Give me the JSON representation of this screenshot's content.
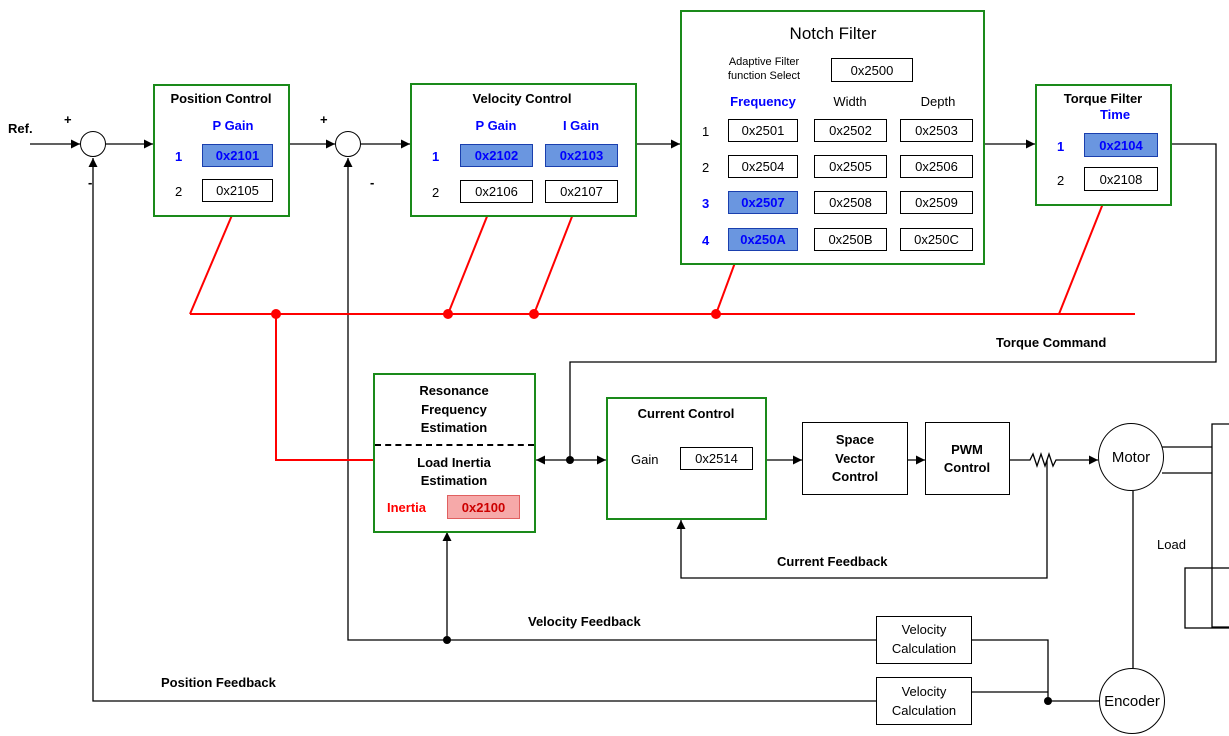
{
  "input_label": "Ref.",
  "signs": {
    "plus": "+",
    "minus": "-"
  },
  "position_control": {
    "title": "Position Control",
    "col_header": "P Gain",
    "rows": [
      {
        "idx": "1",
        "p": "0x2101"
      },
      {
        "idx": "2",
        "p": "0x2105"
      }
    ]
  },
  "velocity_control": {
    "title": "Velocity Control",
    "col_p": "P Gain",
    "col_i": "I Gain",
    "rows": [
      {
        "idx": "1",
        "p": "0x2102",
        "i": "0x2103"
      },
      {
        "idx": "2",
        "p": "0x2106",
        "i": "0x2107"
      }
    ]
  },
  "notch_filter": {
    "title": "Notch Filter",
    "adaptive_label_1": "Adaptive Filter",
    "adaptive_label_2": "function Select",
    "adaptive_value": "0x2500",
    "col_freq": "Frequency",
    "col_width": "Width",
    "col_depth": "Depth",
    "rows": [
      {
        "idx": "1",
        "f": "0x2501",
        "w": "0x2502",
        "d": "0x2503"
      },
      {
        "idx": "2",
        "f": "0x2504",
        "w": "0x2505",
        "d": "0x2506"
      },
      {
        "idx": "3",
        "f": "0x2507",
        "w": "0x2508",
        "d": "0x2509"
      },
      {
        "idx": "4",
        "f": "0x250A",
        "w": "0x250B",
        "d": "0x250C"
      }
    ]
  },
  "torque_filter": {
    "title": "Torque Filter",
    "col_header": "Time",
    "rows": [
      {
        "idx": "1",
        "v": "0x2104"
      },
      {
        "idx": "2",
        "v": "0x2108"
      }
    ]
  },
  "estimation": {
    "line1": "Resonance",
    "line2": "Frequency",
    "line3": "Estimation",
    "line4": "Load Inertia",
    "line5": "Estimation",
    "inertia_label": "Inertia",
    "inertia_value": "0x2100"
  },
  "current_control": {
    "title": "Current Control",
    "gain_label": "Gain",
    "gain_value": "0x2514"
  },
  "space_vector": {
    "line1": "Space",
    "line2": "Vector",
    "line3": "Control"
  },
  "pwm": {
    "line1": "PWM",
    "line2": "Control"
  },
  "motor": "Motor",
  "encoder": "Encoder",
  "load": "Load",
  "velocity_calc_1": {
    "line1": "Velocity",
    "line2": "Calculation"
  },
  "velocity_calc_2": {
    "line1": "Velocity",
    "line2": "Calculation"
  },
  "labels": {
    "torque_command": "Torque Command",
    "current_feedback": "Current Feedback",
    "velocity_feedback": "Velocity Feedback",
    "position_feedback": "Position Feedback"
  },
  "colors": {
    "block_border": "#1a8a1a",
    "highlight_blue": "#6a96e0",
    "highlight_red": "#f6a9a9",
    "tuning_line": "#ff0000",
    "signal_line": "#000000"
  }
}
